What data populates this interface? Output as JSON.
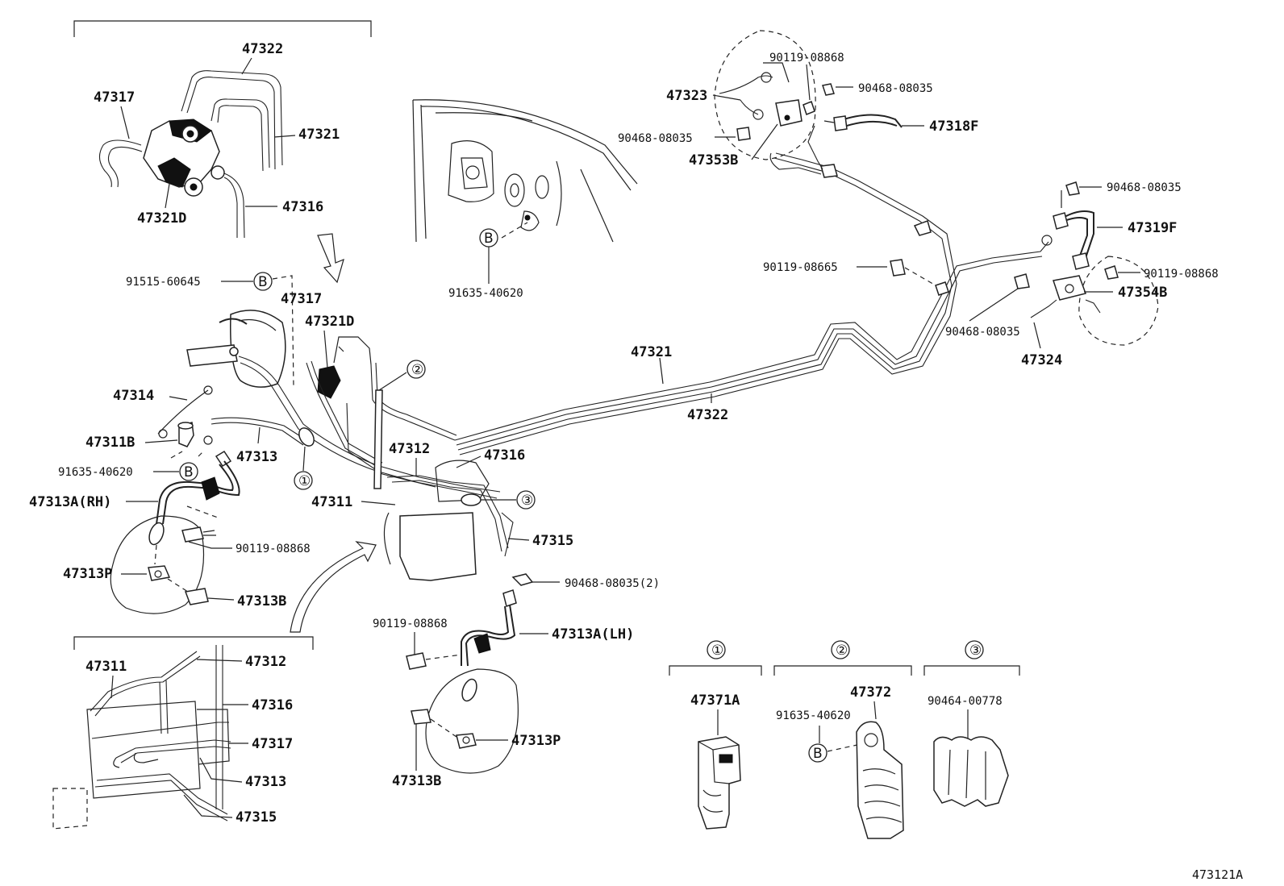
{
  "labels": {
    "p47322_top": "47322",
    "p47317_top": "47317",
    "p47321_top": "47321",
    "p47321D_top": "47321D",
    "p47316_top": "47316",
    "p91635_b_top": "91635-40620",
    "p91515": "91515-60645",
    "p47317_mid": "47317",
    "p47321D_mid": "47321D",
    "p47314": "47314",
    "p47311B": "47311B",
    "p47313": "47313",
    "p91635_left": "91635-40620",
    "p47313A_RH": "47313A(RH)",
    "p90119_left": "90119-08868",
    "p47313P_left": "47313P",
    "p47313B_left": "47313B",
    "p47312_mid": "47312",
    "p47316_mid": "47316",
    "p47311_mid": "47311",
    "p47315_mid": "47315",
    "p90468_2": "90468-08035(2)",
    "p90119_bottom": "90119-08868",
    "p47313A_LH": "47313A(LH)",
    "p47313P_bottom": "47313P",
    "p47313B_bottom": "47313B",
    "p47311_inset": "47311",
    "p47312_inset": "47312",
    "p47316_inset": "47316",
    "p47317_inset": "47317",
    "p47313_inset": "47313",
    "p47315_inset": "47315",
    "p47321_main": "47321",
    "p47322_main": "47322",
    "p90119_tr": "90119-08868",
    "p90468_tr1": "90468-08035",
    "p47323": "47323",
    "p47318F": "47318F",
    "p90468_tr2": "90468-08035",
    "p47353B": "47353B",
    "p90468_r1": "90468-08035",
    "p47319F": "47319F",
    "p90119_r1": "90119-08665",
    "p90119_r2": "90119-08868",
    "p47354B": "47354B",
    "p90468_r2": "90468-08035",
    "p47324": "47324",
    "p47371A": "47371A",
    "p47372": "47372",
    "p91635_clip": "91635-40620",
    "p90464": "90464-00778",
    "figure_code": "473121A"
  },
  "callouts": {
    "c1": "①",
    "c2": "②",
    "c3": "③",
    "b": "B"
  }
}
